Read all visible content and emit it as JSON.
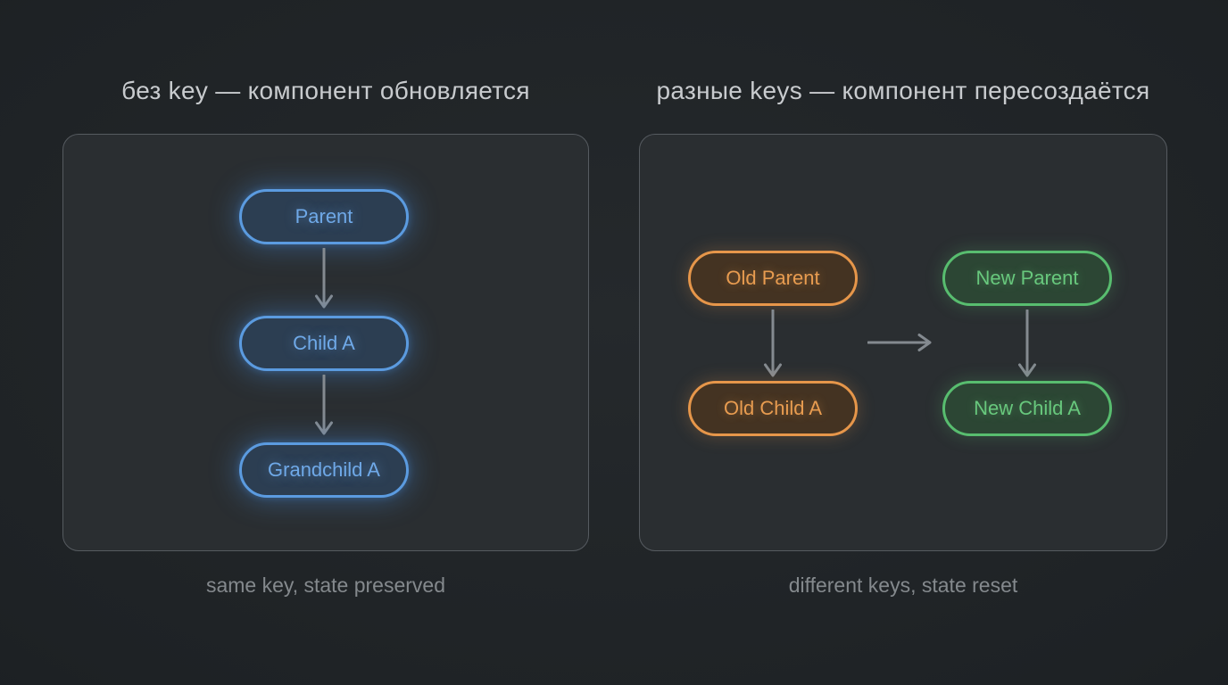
{
  "palette": {
    "background": "#1f2326",
    "panel_fill": "#2a2e31",
    "panel_border": "#565b60",
    "title_text": "#c8cbce",
    "caption_text": "#84898d",
    "arrow": "#848a90",
    "blue_accent": "#5b9be0",
    "orange_accent": "#e6964a",
    "green_accent": "#58bd6f"
  },
  "left": {
    "title": "без key — компонент обновляется",
    "caption": "same key, state preserved",
    "nodes": [
      {
        "label": "Parent"
      },
      {
        "label": "Child A"
      },
      {
        "label": "Grandchild A"
      }
    ]
  },
  "right": {
    "title": "разные keys — компонент пересоздаётся",
    "caption": "different keys, state reset",
    "old_nodes": [
      {
        "label": "Old Parent"
      },
      {
        "label": "Old Child A"
      }
    ],
    "new_nodes": [
      {
        "label": "New Parent"
      },
      {
        "label": "New Child A"
      }
    ]
  }
}
